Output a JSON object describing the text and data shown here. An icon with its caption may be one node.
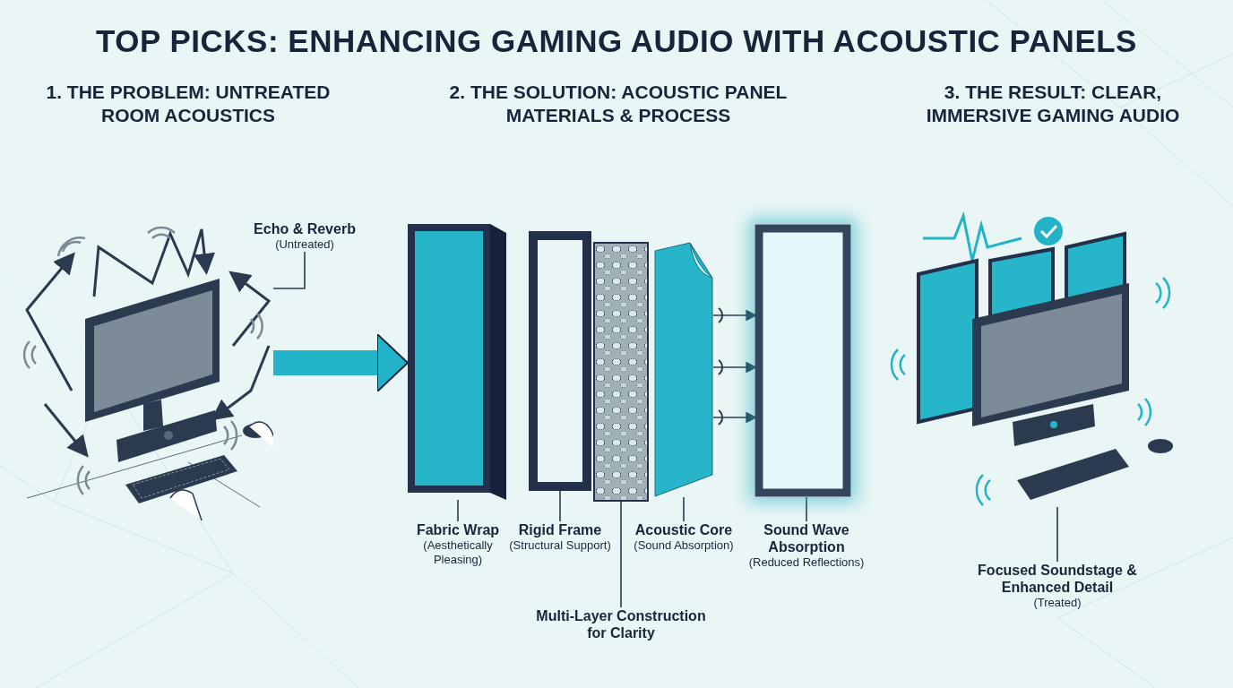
{
  "diagram": {
    "title": "TOP PICKS: ENHANCING GAMING AUDIO WITH ACOUSTIC PANELS",
    "nodes": [
      {
        "text": [
          "Echo & Reverb",
          "(Untreated)"
        ]
      },
      {
        "text": [],
        "shape": "picture"
      },
      {
        "text": [],
        "shape": "picture"
      },
      {
        "text": [],
        "shape": "box"
      },
      {
        "text": [],
        "shape": "box"
      },
      {
        "text": [],
        "shape": "picture"
      },
      {
        "text": [],
        "shape": "picture"
      },
      {
        "text": [],
        "shape": "picture"
      },
      {
        "text": [
          "Fabric Wrap",
          "(Aesthetically Pleasing)"
        ]
      },
      {
        "text": [
          "Rigid Frame",
          "(Structural Support)"
        ]
      },
      {
        "text": [
          "Acoustic Core",
          "(Sound Absorption)"
        ]
      },
      {
        "text": [
          "Sound Wave Absorption",
          "(Reduced Reflections)"
        ]
      },
      {
        "text": [
          "Multi-Layer Construction for Clarity"
        ]
      },
      {
        "text": [
          "Focused Soundstage & Enhanced Detail",
          "(Treated)"
        ]
      }
    ],
    "edges": [
      {
        "from": 0,
        "to": 1,
        "arrow": "none"
      },
      {
        "from": 1,
        "to": 2,
        "arrow": "to",
        "style": "thick",
        "color": "#22b3c8"
      },
      {
        "from": 8,
        "to": 2,
        "arrow": "none"
      },
      {
        "from": 9,
        "to": 3,
        "arrow": "none"
      },
      {
        "from": 10,
        "to": 5,
        "arrow": "none"
      },
      {
        "from": 12,
        "to": 4,
        "arrow": "none"
      },
      {
        "from": 11,
        "to": 6,
        "arrow": "none"
      },
      {
        "from": 13,
        "to": 7,
        "arrow": "none"
      },
      {
        "from": 5,
        "to": 6,
        "arrow": "to"
      },
      {
        "from": 5,
        "to": 6,
        "arrow": "to"
      },
      {
        "from": 5,
        "to": 6,
        "arrow": "to"
      }
    ],
    "labels": [
      "1. THE PROBLEM: UNTREATED ROOM ACOUSTICS",
      "2. THE SOLUTION: ACOUSTIC PANEL MATERIALS & PROCESS",
      "3. THE RESULT: CLEAR, IMMERSIVE GAMING AUDIO"
    ]
  }
}
